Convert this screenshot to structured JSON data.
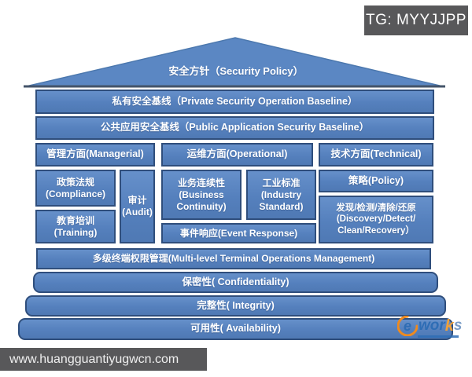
{
  "header": {
    "tg_badge": "TG: MYYJJPP"
  },
  "footer": {
    "website": "www.huangguantiyugwcn.com"
  },
  "brand": {
    "e": "e",
    "wor": "wor",
    "k": "k",
    "s": "s"
  },
  "pyramid": {
    "roof": "安全方针（Security Policy）",
    "private_baseline": "私有安全基线（Private Security Operation Baseline）",
    "public_baseline": "公共应用安全基线（Public Application Security Baseline）",
    "managerial": "管理方面(Managerial)",
    "operational": "运维方面(Operational)",
    "technical": "技术方面(Technical)",
    "compliance": "政策法规\n(Compliance)",
    "training": "教育培训\n(Training)",
    "audit": "审计\n(Audit)",
    "business_continuity": "业务连续性\n(Business\nContinuity)",
    "industry_standard": "工业标准\n(Industry\nStandard)",
    "event_response": "事件响应(Event Response)",
    "policy": "策略(Policy)",
    "discovery": "发现/检测/清除/还原\n(Discovery/Detect/\nClean/Recovery）",
    "terminal_mgmt": "多级终端权限管理(Multi-level  Terminal  Operations  Management)",
    "confidentiality": "保密性( Confidentiality)",
    "integrity": "完整性( Integrity)",
    "availability": "可用性( Availability)"
  },
  "colors": {
    "block_fill": "#5b86c3",
    "block_border": "#2f4e7c",
    "roof_fill": "#5b87c3",
    "badge_bg": "#58585a",
    "brand_blue": "#2e6db5",
    "brand_orange": "#f0a13a",
    "text": "#ffffff"
  }
}
